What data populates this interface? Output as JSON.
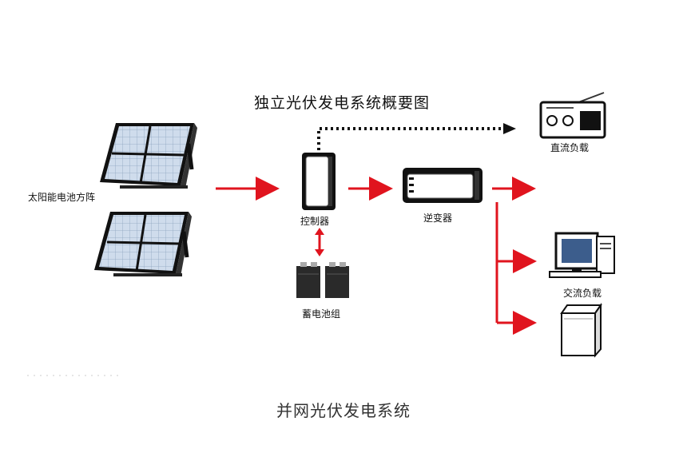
{
  "diagram": {
    "title": "独立光伏发电系统概要图",
    "caption": "并网光伏发电系统",
    "nodes": {
      "solar_array": "太阳能电池方阵",
      "controller": "控制器",
      "battery": "蓄电池组",
      "inverter": "逆变器",
      "dc_load": "直流负载",
      "ac_load": "交流负载"
    },
    "colors": {
      "arrow_red": "#e0141e",
      "dotted_black": "#111111",
      "panel_blue": "#c9d8ea",
      "frame_dark": "#1a1a1a"
    },
    "icons": [
      "solar-panel-icon",
      "controller-icon",
      "battery-icon",
      "inverter-icon",
      "radio-icon",
      "computer-icon",
      "appliance-icon"
    ]
  }
}
